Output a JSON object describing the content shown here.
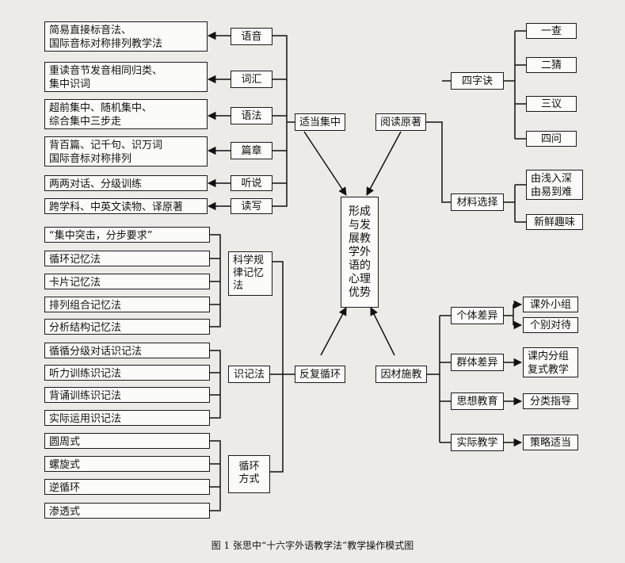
{
  "center": "形成与发展教学外语的心理优势",
  "left_top": {
    "hub": "适当集中",
    "items": [
      {
        "label": "语音",
        "desc": "简易直接标音法、\n国际音标对称排列教学法"
      },
      {
        "label": "词汇",
        "desc": "重读音节发音相同归类、\n集中识词"
      },
      {
        "label": "语法",
        "desc": "超前集中、随机集中、\n综合集中三步走"
      },
      {
        "label": "篇章",
        "desc": "背百篇、记千句、识万词\n国际音标对称排列"
      },
      {
        "label": "听说",
        "desc": "两两对话、分级训练"
      },
      {
        "label": "读写",
        "desc": "跨学科、中英文读物、译原著"
      }
    ]
  },
  "left_bottom": {
    "hub": "反复循环",
    "groups": [
      {
        "label": "科学规律记忆法",
        "items": [
          "“集中突击，分步要求”",
          "循环记忆法",
          "卡片记忆法",
          "排列组合记忆法",
          "分析结构记忆法"
        ]
      },
      {
        "label": "识记法",
        "items": [
          "循循分级对话识记法",
          "听力训练识记法",
          "背诵训练识记法",
          "实际运用识记法"
        ]
      },
      {
        "label": "循环方式",
        "items": [
          "圆周式",
          "螺旋式",
          "逆循环",
          "渗透式"
        ]
      }
    ]
  },
  "right_top": {
    "hub": "阅读原著",
    "groups": [
      {
        "label": "四字诀",
        "items": [
          "一查",
          "二猜",
          "三议",
          "四问"
        ]
      },
      {
        "label": "材料选择",
        "items": [
          "由浅入深\n由易到难",
          "新鲜趣味"
        ]
      }
    ]
  },
  "right_bottom": {
    "hub": "因材施教",
    "groups": [
      {
        "label": "个体差异",
        "items": [
          "课外小组",
          "个别对待"
        ]
      },
      {
        "label": "群体差异",
        "items": [
          "课内分组\n复式教学"
        ]
      },
      {
        "label": "思想教育",
        "items": [
          "分类指导"
        ]
      },
      {
        "label": "实际教学",
        "items": [
          "策略适当"
        ]
      }
    ]
  },
  "caption": "图 1  张思中“十六字外语教学法”教学操作模式图"
}
